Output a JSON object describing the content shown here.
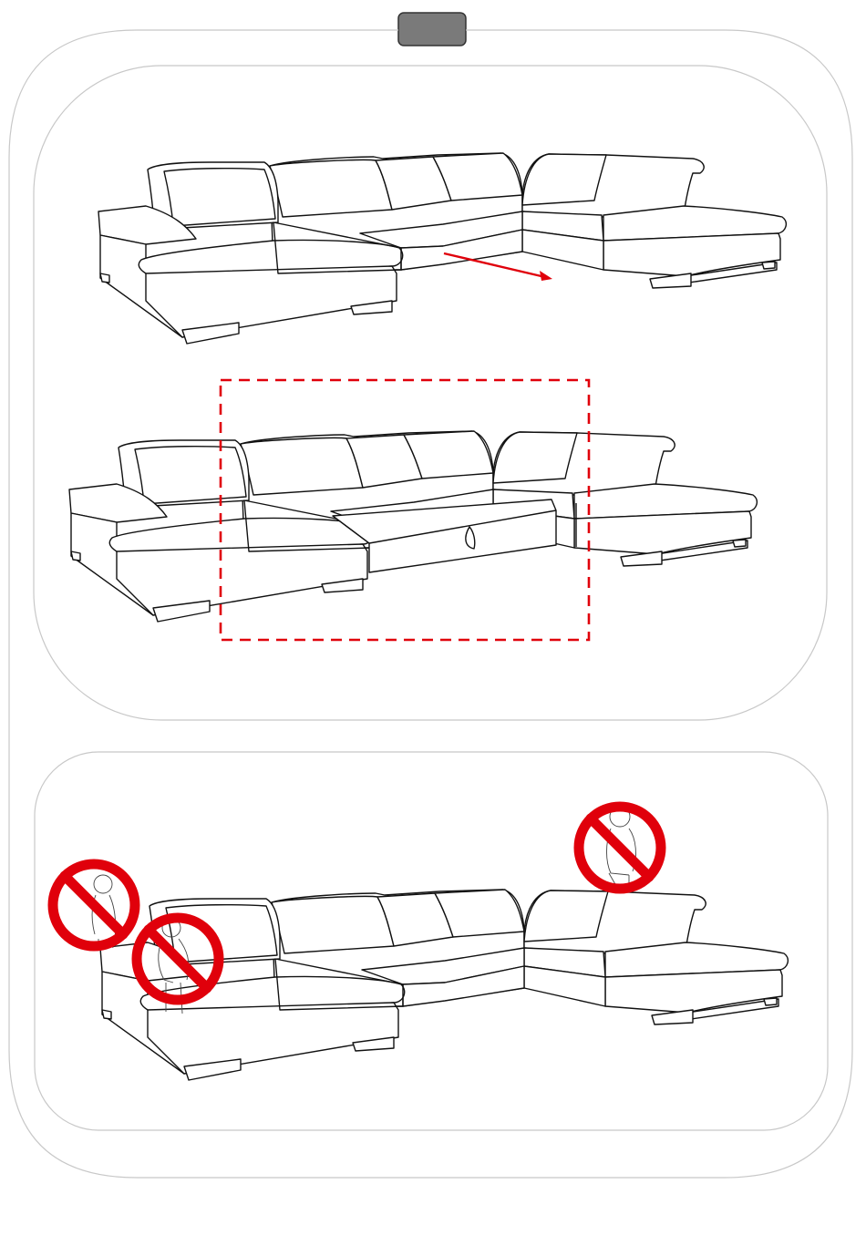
{
  "page_tab": {
    "label": ""
  },
  "colors": {
    "outline": "#111111",
    "frame": "#c8c8c8",
    "accent_red": "#e0000b",
    "tab_fill": "#7a7a7a",
    "figure_line": "#444444"
  },
  "steps": [
    {
      "id": "pull-out-seat",
      "icon": "arrow-right-icon"
    },
    {
      "id": "bed-area-highlight",
      "icon": "dashed-rectangle-icon"
    }
  ],
  "warnings": [
    {
      "id": "no-standing-on-backrest",
      "icon": "prohibited-icon"
    },
    {
      "id": "no-sitting-on-armrest",
      "icon": "prohibited-icon"
    },
    {
      "id": "no-sitting-on-headrest",
      "icon": "prohibited-icon"
    }
  ]
}
